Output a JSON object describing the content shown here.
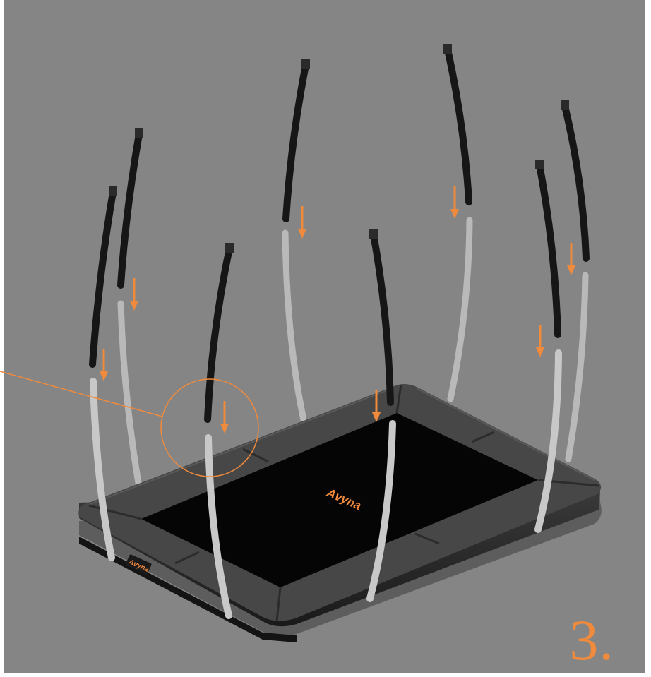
{
  "step": {
    "number": "3."
  },
  "brand": {
    "logo_text": "Avyna"
  },
  "colors": {
    "background": "#858585",
    "accent_orange": "#f08a3c",
    "frame_dark": "#3e3e3e",
    "frame_top": "#4a4a4a",
    "mat": "#050505",
    "pole_upper": "#161616",
    "pole_lower": "#c9c9c9"
  },
  "diagram": {
    "description_items": [
      "pole-upper-black",
      "pole-lower-grey",
      "insert-arrow",
      "detail-circle",
      "trampoline-frame"
    ],
    "pole_count": 8,
    "arrow_count": 8
  }
}
